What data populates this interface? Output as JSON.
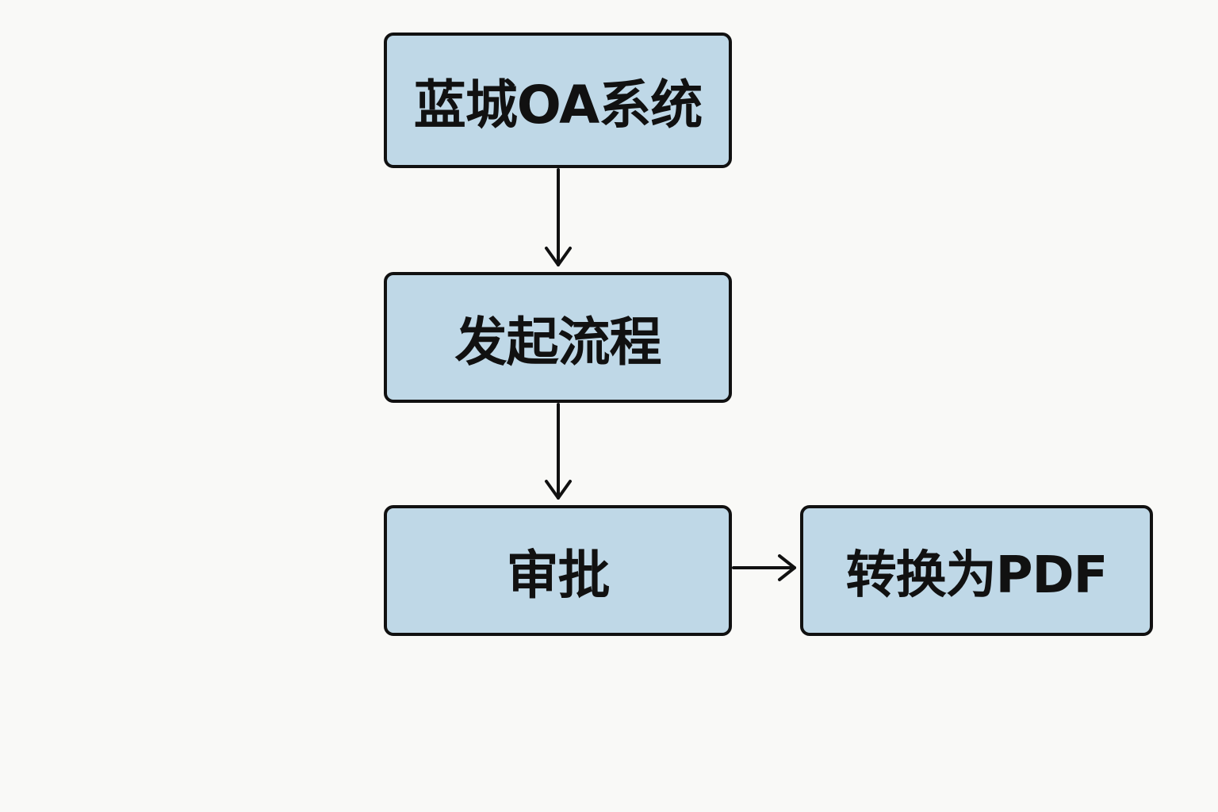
{
  "diagram": {
    "nodes": [
      {
        "id": "oa",
        "label": "蓝城OA系统"
      },
      {
        "id": "start",
        "label": "发起流程"
      },
      {
        "id": "approve",
        "label": "审批"
      },
      {
        "id": "pdf",
        "label": "转换为PDF"
      }
    ],
    "edges": [
      {
        "from": "oa",
        "to": "start"
      },
      {
        "from": "start",
        "to": "approve"
      },
      {
        "from": "approve",
        "to": "pdf"
      }
    ],
    "colors": {
      "node_fill": "#bfd8e7",
      "node_border": "#111111",
      "background": "#f9f9f7",
      "arrow": "#111111"
    }
  }
}
